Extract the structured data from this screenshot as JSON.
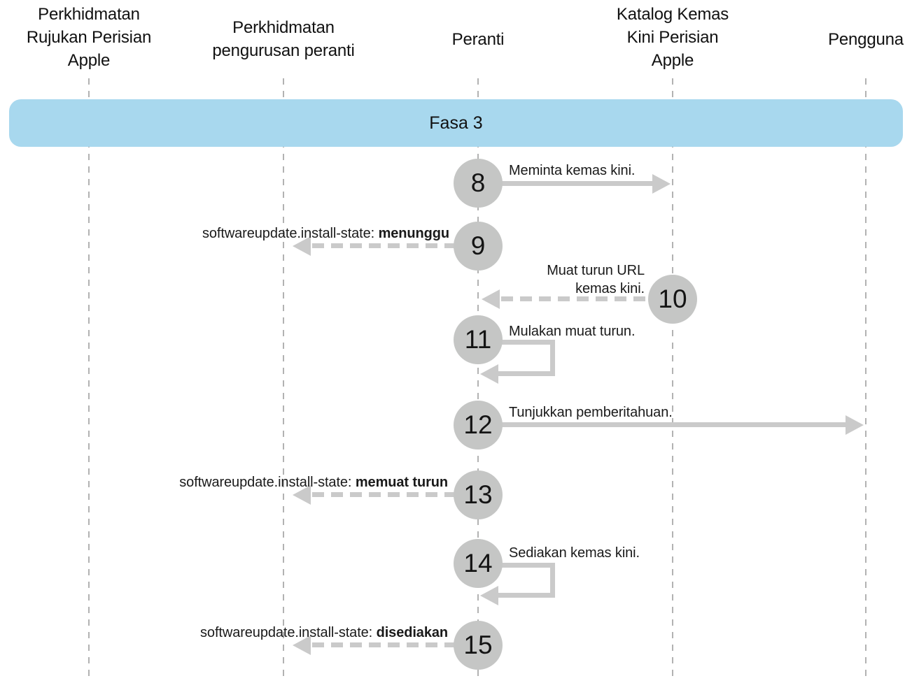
{
  "lanes": [
    {
      "name": "Perkhidmatan Rujukan Perisian Apple",
      "lines": [
        "Perkhidmatan",
        "Rujukan Perisian",
        "Apple"
      ]
    },
    {
      "name": "Perkhidmatan pengurusan peranti",
      "lines": [
        "Perkhidmatan",
        "pengurusan peranti"
      ]
    },
    {
      "name": "Peranti",
      "lines": [
        "Peranti"
      ]
    },
    {
      "name": "Katalog Kemas Kini Perisian Apple",
      "lines": [
        "Katalog Kemas",
        "Kini Perisian",
        "Apple"
      ]
    },
    {
      "name": "Pengguna",
      "lines": [
        "Pengguna"
      ]
    }
  ],
  "banner": {
    "label": "Fasa 3"
  },
  "steps": [
    {
      "num": "8",
      "label": "Meminta kemas kini.",
      "arrow": "solid-right",
      "from": "Peranti",
      "to": "Katalog Kemas Kini Perisian Apple"
    },
    {
      "num": "9",
      "label_prefix": "softwareupdate.install-state: ",
      "label_bold": "menunggu",
      "arrow": "dashed-left",
      "from": "Peranti",
      "to": "Perkhidmatan pengurusan peranti"
    },
    {
      "num": "10",
      "label_line1": "Muat turun URL",
      "label_line2": "kemas kini.",
      "arrow": "dashed-left",
      "from": "Katalog Kemas Kini Perisian Apple",
      "to": "Peranti"
    },
    {
      "num": "11",
      "label": "Mulakan muat turun.",
      "arrow": "self-loop",
      "from": "Peranti",
      "to": "Peranti"
    },
    {
      "num": "12",
      "label": "Tunjukkan pemberitahuan.",
      "arrow": "solid-right",
      "from": "Peranti",
      "to": "Pengguna"
    },
    {
      "num": "13",
      "label_prefix": "softwareupdate.install-state: ",
      "label_bold": "memuat turun",
      "arrow": "dashed-left",
      "from": "Peranti",
      "to": "Perkhidmatan pengurusan peranti"
    },
    {
      "num": "14",
      "label": "Sediakan kemas kini.",
      "arrow": "self-loop",
      "from": "Peranti",
      "to": "Peranti"
    },
    {
      "num": "15",
      "label_prefix": "softwareupdate.install-state: ",
      "label_bold": "disediakan",
      "arrow": "dashed-left",
      "from": "Peranti",
      "to": "Perkhidmatan pengurusan peranti"
    }
  ],
  "colors": {
    "banner_fill": "#a8d8ee",
    "circle_fill": "#c5c6c5",
    "arrow_gray": "#cacaca",
    "lifeline_gray": "#b2b2b2",
    "text": "#1a1a1a",
    "background": "#ffffff"
  }
}
